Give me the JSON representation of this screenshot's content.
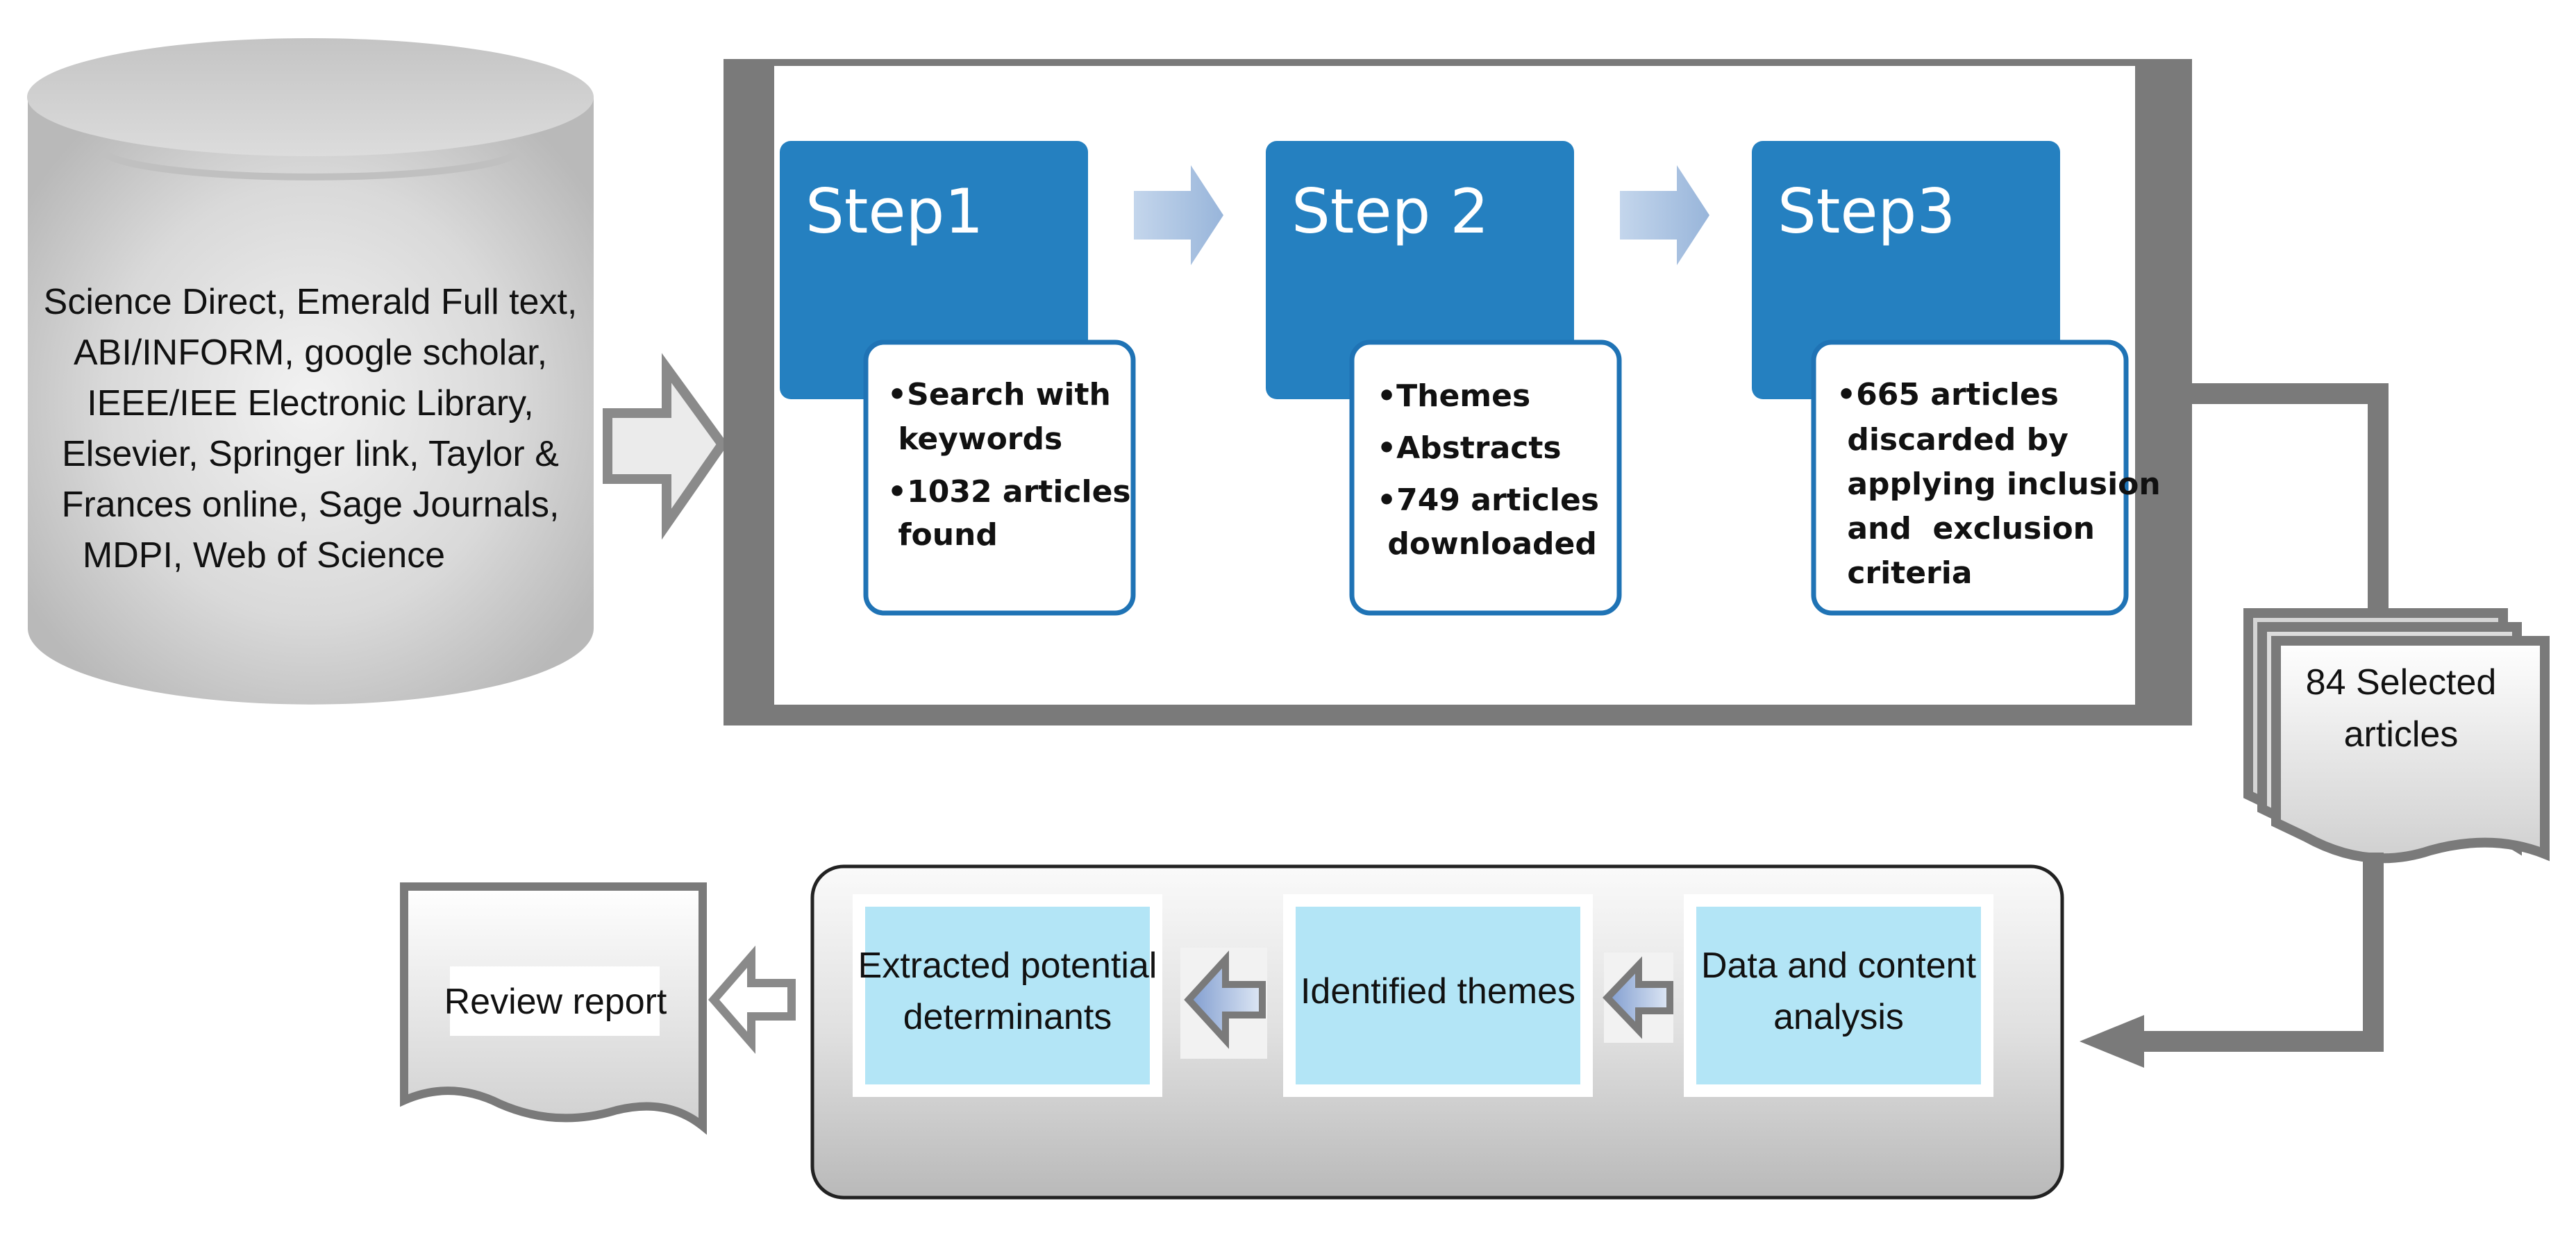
{
  "database": {
    "lines": [
      "Science Direct, Emerald Full text,",
      "ABI/INFORM, google scholar,",
      "IEEE/IEE Electronic Library,",
      "Elsevier, Springer link, Taylor &",
      "Frances online, Sage Journals,",
      "MDPI, Web of Science"
    ]
  },
  "steps": [
    {
      "title": "Step1",
      "details": [
        "•Search with",
        " keywords",
        "•1032 articles",
        " found"
      ]
    },
    {
      "title": "Step 2",
      "details": [
        "•Themes",
        "•Abstracts",
        "•749 articles",
        " downloaded"
      ]
    },
    {
      "title": "Step3",
      "details": [
        "•665 articles",
        " discarded by",
        " applying inclusion",
        " and  exclusion",
        " criteria"
      ]
    }
  ],
  "selected": {
    "lines": [
      "84 Selected",
      "articles"
    ]
  },
  "analysis": {
    "boxes": [
      {
        "lines": [
          "Extracted potential",
          "determinants"
        ]
      },
      {
        "lines": [
          "Identified themes"
        ]
      },
      {
        "lines": [
          "Data and content",
          "analysis"
        ]
      }
    ]
  },
  "report": {
    "label": "Review report"
  },
  "colors": {
    "step_blue": "#2580c0",
    "step_border": "#1f73b5",
    "arrow_light_blue": "#a5bfde",
    "analysis_box": "#b3e5f6",
    "frame_gray": "#7a7a7a"
  }
}
